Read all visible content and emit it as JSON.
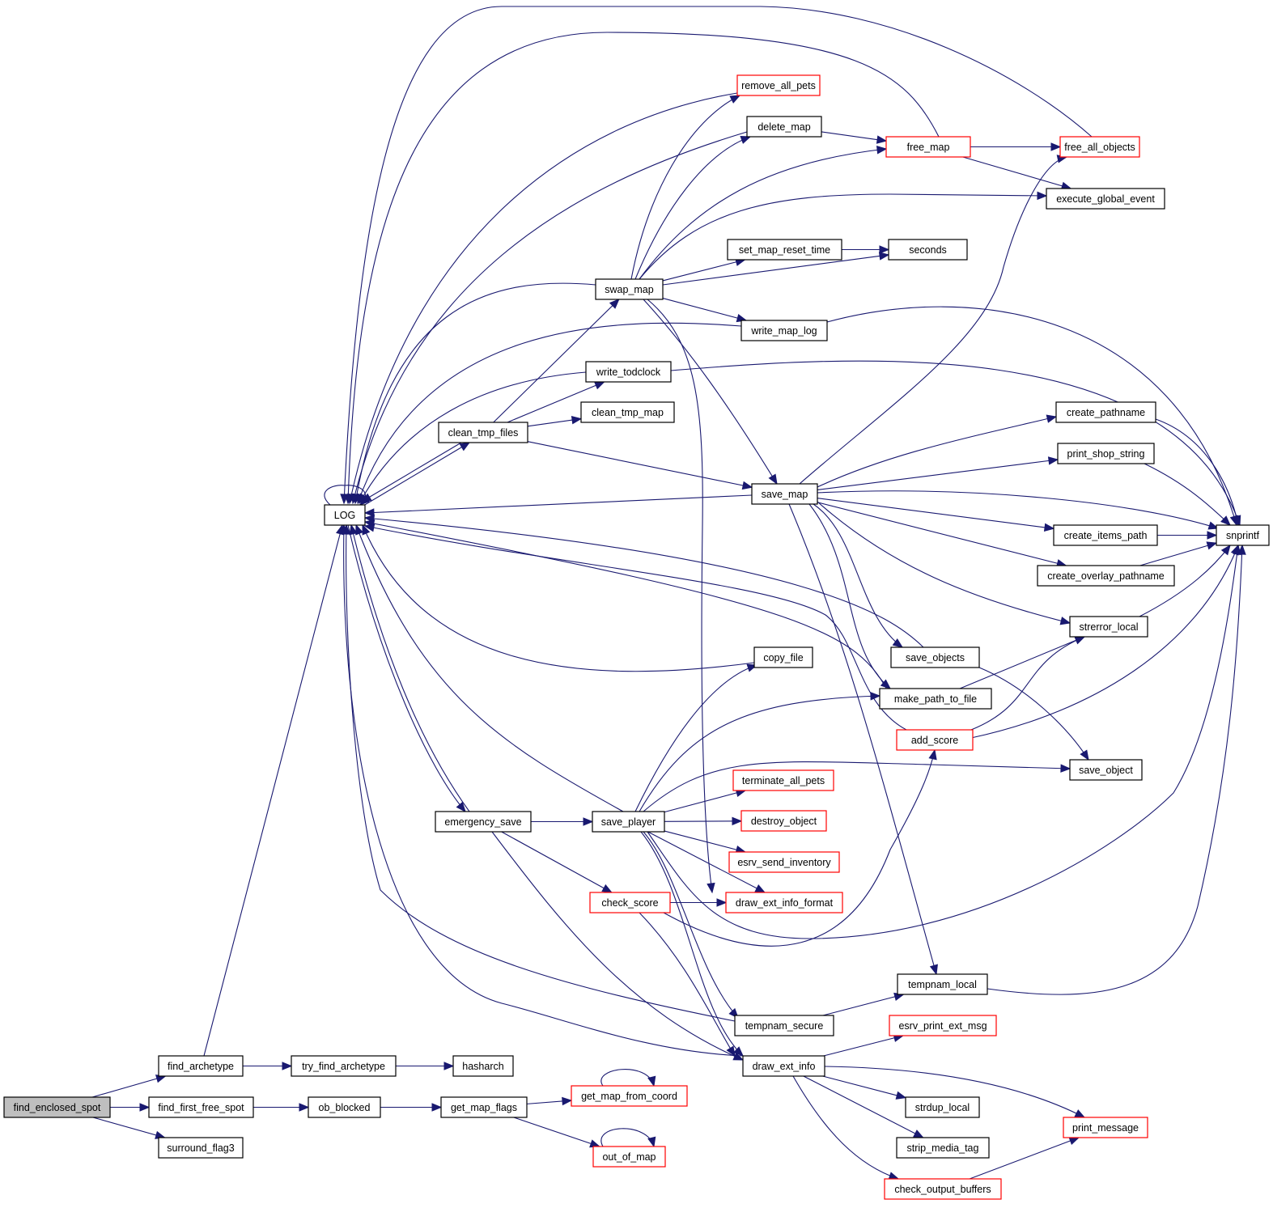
{
  "diagram": {
    "type": "call-graph",
    "colors": {
      "edge": "#191970",
      "root_fill": "#bfbfbf",
      "normal_border": "#000000",
      "truncated_border": "#ff0000"
    },
    "root": "find_enclosed_spot",
    "nodes": [
      {
        "id": "find_enclosed_spot",
        "label": "find_enclosed_spot",
        "style": "root"
      },
      {
        "id": "find_archetype",
        "label": "find_archetype",
        "style": "normal"
      },
      {
        "id": "find_first_free_spot",
        "label": "find_first_free_spot",
        "style": "normal"
      },
      {
        "id": "surround_flag3",
        "label": "surround_flag3",
        "style": "normal"
      },
      {
        "id": "LOG",
        "label": "LOG",
        "style": "normal"
      },
      {
        "id": "try_find_archetype",
        "label": "try_find_archetype",
        "style": "normal"
      },
      {
        "id": "ob_blocked",
        "label": "ob_blocked",
        "style": "normal"
      },
      {
        "id": "hasharch",
        "label": "hasharch",
        "style": "normal"
      },
      {
        "id": "get_map_flags",
        "label": "get_map_flags",
        "style": "normal"
      },
      {
        "id": "get_map_from_coord",
        "label": "get_map_from_coord",
        "style": "truncated"
      },
      {
        "id": "out_of_map",
        "label": "out_of_map",
        "style": "truncated"
      },
      {
        "id": "clean_tmp_files",
        "label": "clean_tmp_files",
        "style": "normal"
      },
      {
        "id": "emergency_save",
        "label": "emergency_save",
        "style": "normal"
      },
      {
        "id": "swap_map",
        "label": "swap_map",
        "style": "normal"
      },
      {
        "id": "write_todclock",
        "label": "write_todclock",
        "style": "normal"
      },
      {
        "id": "clean_tmp_map",
        "label": "clean_tmp_map",
        "style": "normal"
      },
      {
        "id": "save_player",
        "label": "save_player",
        "style": "normal"
      },
      {
        "id": "check_score",
        "label": "check_score",
        "style": "truncated"
      },
      {
        "id": "remove_all_pets",
        "label": "remove_all_pets",
        "style": "truncated"
      },
      {
        "id": "delete_map",
        "label": "delete_map",
        "style": "normal"
      },
      {
        "id": "set_map_reset_time",
        "label": "set_map_reset_time",
        "style": "normal"
      },
      {
        "id": "write_map_log",
        "label": "write_map_log",
        "style": "normal"
      },
      {
        "id": "save_map",
        "label": "save_map",
        "style": "normal"
      },
      {
        "id": "copy_file",
        "label": "copy_file",
        "style": "normal"
      },
      {
        "id": "terminate_all_pets",
        "label": "terminate_all_pets",
        "style": "truncated"
      },
      {
        "id": "destroy_object",
        "label": "destroy_object",
        "style": "truncated"
      },
      {
        "id": "esrv_send_inventory",
        "label": "esrv_send_inventory",
        "style": "truncated"
      },
      {
        "id": "draw_ext_info_format",
        "label": "draw_ext_info_format",
        "style": "truncated"
      },
      {
        "id": "tempnam_secure",
        "label": "tempnam_secure",
        "style": "normal"
      },
      {
        "id": "draw_ext_info",
        "label": "draw_ext_info",
        "style": "normal"
      },
      {
        "id": "free_map",
        "label": "free_map",
        "style": "truncated"
      },
      {
        "id": "seconds",
        "label": "seconds",
        "style": "normal"
      },
      {
        "id": "save_objects",
        "label": "save_objects",
        "style": "normal"
      },
      {
        "id": "make_path_to_file",
        "label": "make_path_to_file",
        "style": "normal"
      },
      {
        "id": "add_score",
        "label": "add_score",
        "style": "truncated"
      },
      {
        "id": "tempnam_local",
        "label": "tempnam_local",
        "style": "normal"
      },
      {
        "id": "esrv_print_ext_msg",
        "label": "esrv_print_ext_msg",
        "style": "truncated"
      },
      {
        "id": "strdup_local",
        "label": "strdup_local",
        "style": "normal"
      },
      {
        "id": "strip_media_tag",
        "label": "strip_media_tag",
        "style": "normal"
      },
      {
        "id": "check_output_buffers",
        "label": "check_output_buffers",
        "style": "truncated"
      },
      {
        "id": "free_all_objects",
        "label": "free_all_objects",
        "style": "truncated"
      },
      {
        "id": "execute_global_event",
        "label": "execute_global_event",
        "style": "normal"
      },
      {
        "id": "create_pathname",
        "label": "create_pathname",
        "style": "normal"
      },
      {
        "id": "print_shop_string",
        "label": "print_shop_string",
        "style": "normal"
      },
      {
        "id": "create_items_path",
        "label": "create_items_path",
        "style": "normal"
      },
      {
        "id": "create_overlay_pathname",
        "label": "create_overlay_pathname",
        "style": "normal"
      },
      {
        "id": "strerror_local",
        "label": "strerror_local",
        "style": "normal"
      },
      {
        "id": "save_object",
        "label": "save_object",
        "style": "normal"
      },
      {
        "id": "print_message",
        "label": "print_message",
        "style": "truncated"
      },
      {
        "id": "snprintf",
        "label": "snprintf",
        "style": "normal"
      }
    ],
    "edges": [
      [
        "find_enclosed_spot",
        "find_archetype"
      ],
      [
        "find_enclosed_spot",
        "find_first_free_spot"
      ],
      [
        "find_enclosed_spot",
        "surround_flag3"
      ],
      [
        "find_archetype",
        "LOG"
      ],
      [
        "find_archetype",
        "try_find_archetype"
      ],
      [
        "try_find_archetype",
        "hasharch"
      ],
      [
        "find_first_free_spot",
        "ob_blocked"
      ],
      [
        "ob_blocked",
        "get_map_flags"
      ],
      [
        "get_map_flags",
        "get_map_from_coord"
      ],
      [
        "get_map_flags",
        "out_of_map"
      ],
      [
        "get_map_from_coord",
        "get_map_from_coord"
      ],
      [
        "out_of_map",
        "out_of_map"
      ],
      [
        "LOG",
        "LOG"
      ],
      [
        "LOG",
        "clean_tmp_files"
      ],
      [
        "LOG",
        "emergency_save"
      ],
      [
        "clean_tmp_files",
        "LOG"
      ],
      [
        "clean_tmp_files",
        "swap_map"
      ],
      [
        "clean_tmp_files",
        "write_todclock"
      ],
      [
        "clean_tmp_files",
        "clean_tmp_map"
      ],
      [
        "clean_tmp_files",
        "save_map"
      ],
      [
        "emergency_save",
        "LOG"
      ],
      [
        "emergency_save",
        "save_player"
      ],
      [
        "emergency_save",
        "check_score"
      ],
      [
        "emergency_save",
        "draw_ext_info"
      ],
      [
        "swap_map",
        "LOG"
      ],
      [
        "swap_map",
        "remove_all_pets"
      ],
      [
        "swap_map",
        "delete_map"
      ],
      [
        "swap_map",
        "free_map"
      ],
      [
        "swap_map",
        "execute_global_event"
      ],
      [
        "swap_map",
        "set_map_reset_time"
      ],
      [
        "swap_map",
        "seconds"
      ],
      [
        "swap_map",
        "write_map_log"
      ],
      [
        "swap_map",
        "save_map"
      ],
      [
        "swap_map",
        "draw_ext_info_format"
      ],
      [
        "remove_all_pets",
        "LOG"
      ],
      [
        "delete_map",
        "LOG"
      ],
      [
        "delete_map",
        "free_map"
      ],
      [
        "free_map",
        "LOG"
      ],
      [
        "free_map",
        "free_all_objects"
      ],
      [
        "free_map",
        "execute_global_event"
      ],
      [
        "free_all_objects",
        "LOG"
      ],
      [
        "set_map_reset_time",
        "seconds"
      ],
      [
        "write_map_log",
        "LOG"
      ],
      [
        "write_map_log",
        "snprintf"
      ],
      [
        "write_todclock",
        "LOG"
      ],
      [
        "write_todclock",
        "snprintf"
      ],
      [
        "save_map",
        "LOG"
      ],
      [
        "save_map",
        "free_all_objects"
      ],
      [
        "save_map",
        "create_pathname"
      ],
      [
        "save_map",
        "print_shop_string"
      ],
      [
        "save_map",
        "snprintf"
      ],
      [
        "save_map",
        "create_items_path"
      ],
      [
        "save_map",
        "create_overlay_pathname"
      ],
      [
        "save_map",
        "strerror_local"
      ],
      [
        "save_map",
        "save_objects"
      ],
      [
        "save_map",
        "make_path_to_file"
      ],
      [
        "save_map",
        "tempnam_local"
      ],
      [
        "create_pathname",
        "snprintf"
      ],
      [
        "print_shop_string",
        "snprintf"
      ],
      [
        "create_items_path",
        "snprintf"
      ],
      [
        "create_overlay_pathname",
        "snprintf"
      ],
      [
        "strerror_local",
        "snprintf"
      ],
      [
        "save_objects",
        "LOG"
      ],
      [
        "save_objects",
        "save_object"
      ],
      [
        "make_path_to_file",
        "LOG"
      ],
      [
        "make_path_to_file",
        "strerror_local"
      ],
      [
        "add_score",
        "LOG"
      ],
      [
        "add_score",
        "strerror_local"
      ],
      [
        "add_score",
        "snprintf"
      ],
      [
        "copy_file",
        "LOG"
      ],
      [
        "save_player",
        "LOG"
      ],
      [
        "save_player",
        "copy_file"
      ],
      [
        "save_player",
        "make_path_to_file"
      ],
      [
        "save_player",
        "save_object"
      ],
      [
        "save_player",
        "terminate_all_pets"
      ],
      [
        "save_player",
        "destroy_object"
      ],
      [
        "save_player",
        "esrv_send_inventory"
      ],
      [
        "save_player",
        "draw_ext_info_format"
      ],
      [
        "save_player",
        "tempnam_secure"
      ],
      [
        "save_player",
        "draw_ext_info"
      ],
      [
        "save_player",
        "snprintf"
      ],
      [
        "check_score",
        "draw_ext_info_format"
      ],
      [
        "check_score",
        "add_score"
      ],
      [
        "check_score",
        "draw_ext_info"
      ],
      [
        "tempnam_secure",
        "LOG"
      ],
      [
        "tempnam_secure",
        "tempnam_local"
      ],
      [
        "tempnam_local",
        "snprintf"
      ],
      [
        "draw_ext_info",
        "LOG"
      ],
      [
        "draw_ext_info",
        "esrv_print_ext_msg"
      ],
      [
        "draw_ext_info",
        "strdup_local"
      ],
      [
        "draw_ext_info",
        "strip_media_tag"
      ],
      [
        "draw_ext_info",
        "check_output_buffers"
      ],
      [
        "draw_ext_info",
        "print_message"
      ],
      [
        "check_output_buffers",
        "print_message"
      ]
    ]
  }
}
